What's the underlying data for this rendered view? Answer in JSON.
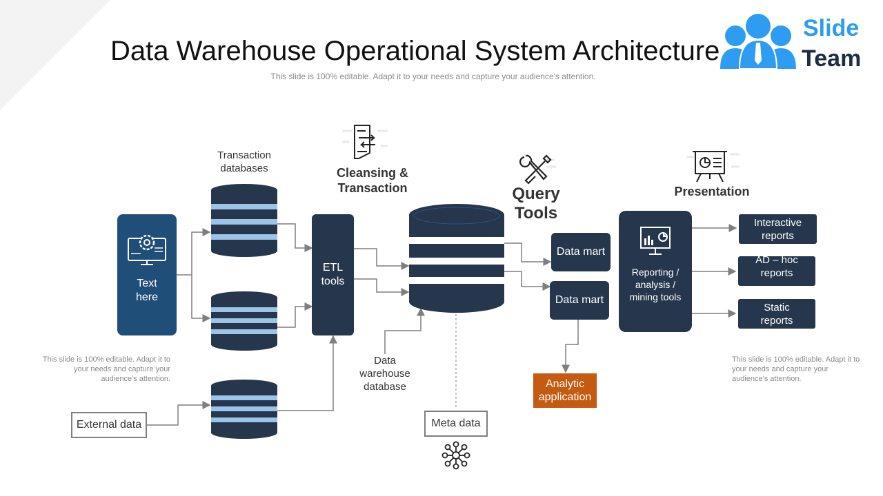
{
  "title": "Data Warehouse Operational System Architecture",
  "subtitle": "This slide is 100% editable. Adapt it to your needs and capture your audience's attention.",
  "logo": {
    "line1": "Slide",
    "line2": "Team"
  },
  "source": {
    "label": "Text here"
  },
  "external": {
    "label": "External data"
  },
  "transaction_label": "Transaction databases",
  "cleansing_label": "Cleansing & Transaction",
  "etl_label": "ETL tools",
  "dw_label": "Data warehouse database",
  "meta_label": "Meta data",
  "query_label": "Query Tools",
  "data_mart_1": "Data mart",
  "data_mart_2": "Data mart",
  "analytic_label": "Analytic application",
  "presentation_label": "Presentation",
  "reporting_label": "Reporting / analysis / mining tools",
  "outputs": [
    "Interactive reports",
    "AD – hoc reports",
    "Static reports"
  ],
  "note_left": "This slide is 100% editable. Adapt it to your needs and capture your audience's attention.",
  "note_right": "This slide is 100% editable. Adapt it to your needs and capture your audience's attention.",
  "colors": {
    "navy": "#25364d",
    "blue": "#1f4e79",
    "db_light": "#9dc3e6",
    "accent_orange": "#c55a11",
    "logo_blue": "#2e9cf0"
  }
}
